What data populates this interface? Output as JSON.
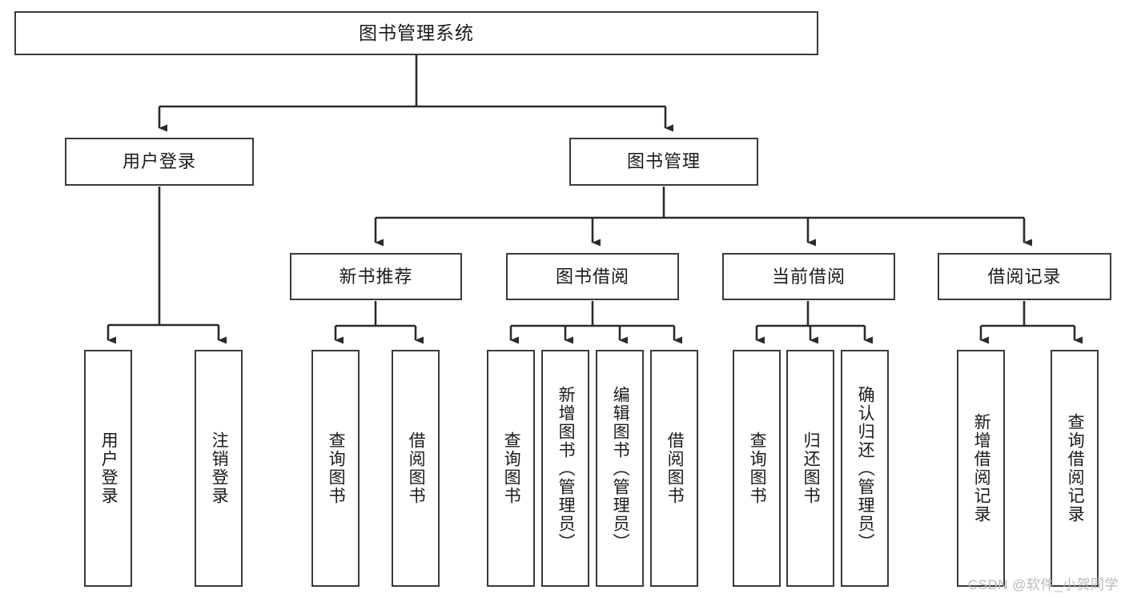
{
  "diagram": {
    "title": "图书管理系统",
    "watermark": "CSDN @软件_小贺同学",
    "colors": {
      "background": "#ffffff",
      "box_border": "#3a3a3a",
      "connector": "#2b2b2b",
      "text": "#1a1a1a",
      "watermark": "#b9b9b9"
    },
    "levels": {
      "root": "图书管理系统",
      "level2": [
        "用户登录",
        "图书管理"
      ],
      "level3": [
        "新书推荐",
        "图书借阅",
        "当前借阅",
        "借阅记录"
      ],
      "leaves": [
        "用户登录",
        "注销登录",
        "查询图书",
        "借阅图书",
        "查询图书",
        "新增图书（管理员）",
        "编辑图书（管理员）",
        "借阅图书",
        "查询图书",
        "归还图书",
        "确认归还（管理员）",
        "新增借阅记录",
        "查询借阅记录"
      ]
    },
    "nodes": {
      "root": {
        "label": "图书管理系统"
      },
      "user_login": {
        "label": "用户登录"
      },
      "book_manage": {
        "label": "图书管理"
      },
      "new_book_rec": {
        "label": "新书推荐"
      },
      "book_borrow": {
        "label": "图书借阅"
      },
      "current_borrow": {
        "label": "当前借阅"
      },
      "borrow_record": {
        "label": "借阅记录"
      },
      "leaf_user_login": {
        "label": "用户登录"
      },
      "leaf_logout": {
        "label": "注销登录"
      },
      "leaf_query_book_1": {
        "label": "查询图书"
      },
      "leaf_borrow_book_1": {
        "label": "借阅图书"
      },
      "leaf_query_book_2": {
        "label": "查询图书"
      },
      "leaf_add_book": {
        "label": "新增图书（管理员）"
      },
      "leaf_edit_book": {
        "label": "编辑图书（管理员）"
      },
      "leaf_borrow_book_2": {
        "label": "借阅图书"
      },
      "leaf_query_book_3": {
        "label": "查询图书"
      },
      "leaf_return_book": {
        "label": "归还图书"
      },
      "leaf_confirm_return": {
        "label": "确认归还（管理员）"
      },
      "leaf_add_record": {
        "label": "新增借阅记录"
      },
      "leaf_query_record": {
        "label": "查询借阅记录"
      }
    }
  },
  "chart_data": {
    "type": "table",
    "title": "图书管理系统 功能结构图",
    "tree": {
      "name": "图书管理系统",
      "children": [
        {
          "name": "用户登录",
          "children": [
            {
              "name": "用户登录"
            },
            {
              "name": "注销登录"
            }
          ]
        },
        {
          "name": "图书管理",
          "children": [
            {
              "name": "新书推荐",
              "children": [
                {
                  "name": "查询图书"
                },
                {
                  "name": "借阅图书"
                }
              ]
            },
            {
              "name": "图书借阅",
              "children": [
                {
                  "name": "查询图书"
                },
                {
                  "name": "新增图书（管理员）"
                },
                {
                  "name": "编辑图书（管理员）"
                },
                {
                  "name": "借阅图书"
                }
              ]
            },
            {
              "name": "当前借阅",
              "children": [
                {
                  "name": "查询图书"
                },
                {
                  "name": "归还图书"
                },
                {
                  "name": "确认归还（管理员）"
                }
              ]
            },
            {
              "name": "借阅记录",
              "children": [
                {
                  "name": "新增借阅记录"
                },
                {
                  "name": "查询借阅记录"
                }
              ]
            }
          ]
        }
      ]
    }
  }
}
